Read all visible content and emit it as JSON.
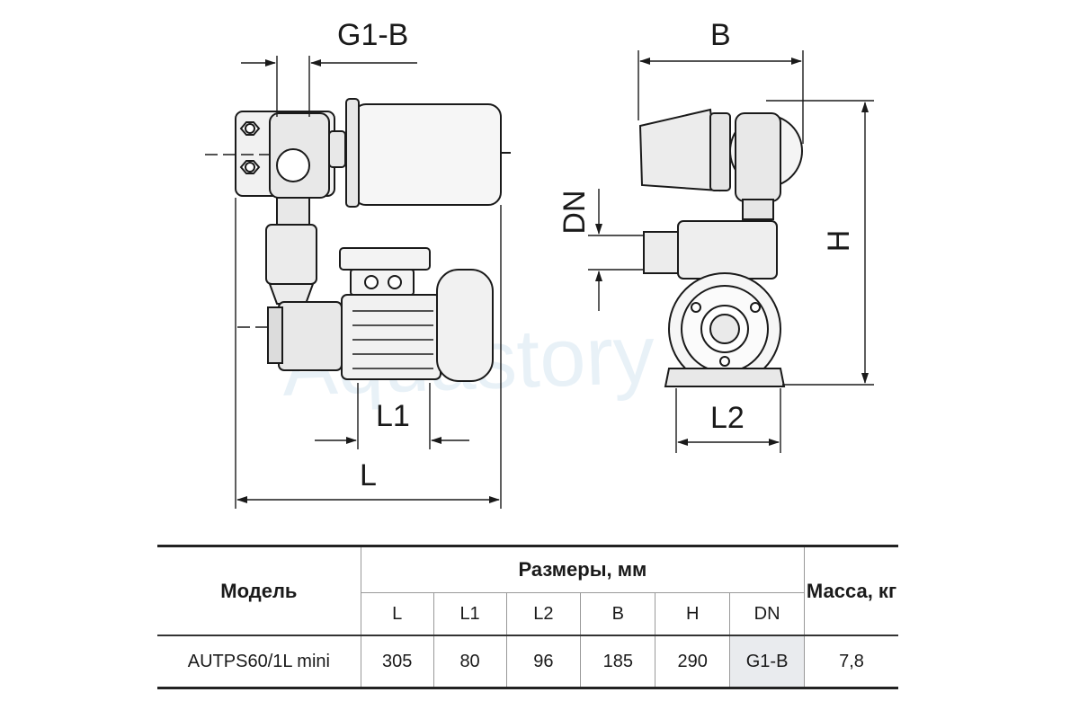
{
  "drawing": {
    "labels": {
      "g1b": "G1-B",
      "b": "B",
      "dn": "DN",
      "h": "H",
      "l1": "L1",
      "l": "L",
      "l2": "L2"
    },
    "watermark": "Aquastory"
  },
  "table": {
    "header_model": "Модель",
    "header_dimensions": "Размеры, мм",
    "header_mass": "Масса, кг",
    "columns": [
      "L",
      "L1",
      "L2",
      "B",
      "H",
      "DN"
    ],
    "row": {
      "model": "AUTPS60/1L mini",
      "values": [
        "305",
        "80",
        "96",
        "185",
        "290",
        "G1-B"
      ],
      "mass": "7,8"
    }
  },
  "colors": {
    "line": "#1a1a1a",
    "fill_light": "#f1f1f1",
    "fill_mid": "#e2e2e2",
    "watermark": "#d6e6f2",
    "dn_cell": "#e9ebee"
  }
}
